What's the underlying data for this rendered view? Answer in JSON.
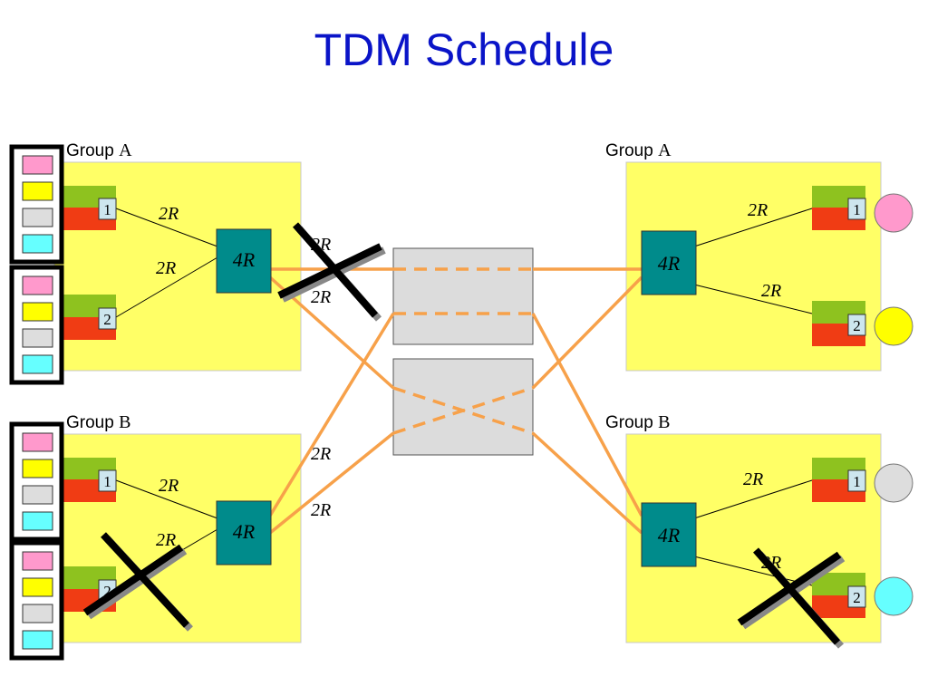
{
  "title": "TDM Schedule",
  "groups": {
    "left_a": {
      "word": "Group",
      "letter": "A"
    },
    "left_b": {
      "word": "Group",
      "letter": "B"
    },
    "right_a": {
      "word": "Group",
      "letter": "A"
    },
    "right_b": {
      "word": "Group",
      "letter": "B"
    }
  },
  "switch_rate_label": "4R",
  "link_rate_label": "2R",
  "port_labels": [
    "1",
    "2"
  ],
  "colors": {
    "title": "#0a14c8",
    "group_box": "#ffff66",
    "switch": "#008b8b",
    "link": "#f7a14a",
    "middle_box": "#dcdcdc",
    "buffer_top": "#8ec21f",
    "buffer_bottom": "#f03c14",
    "queue_pink": "#ff99cc",
    "queue_yellow": "#ffff00",
    "queue_gray": "#dddddd",
    "queue_cyan": "#66ffff"
  },
  "queue_colors": [
    "pink",
    "yellow",
    "gray",
    "cyan"
  ],
  "output_circle_colors": {
    "a_1": "pink",
    "a_2": "yellow",
    "b_1": "gray",
    "b_2": "cyan"
  },
  "crossed_out": [
    "left-a-uplink",
    "left-b-port-2",
    "right-b-port-2"
  ]
}
